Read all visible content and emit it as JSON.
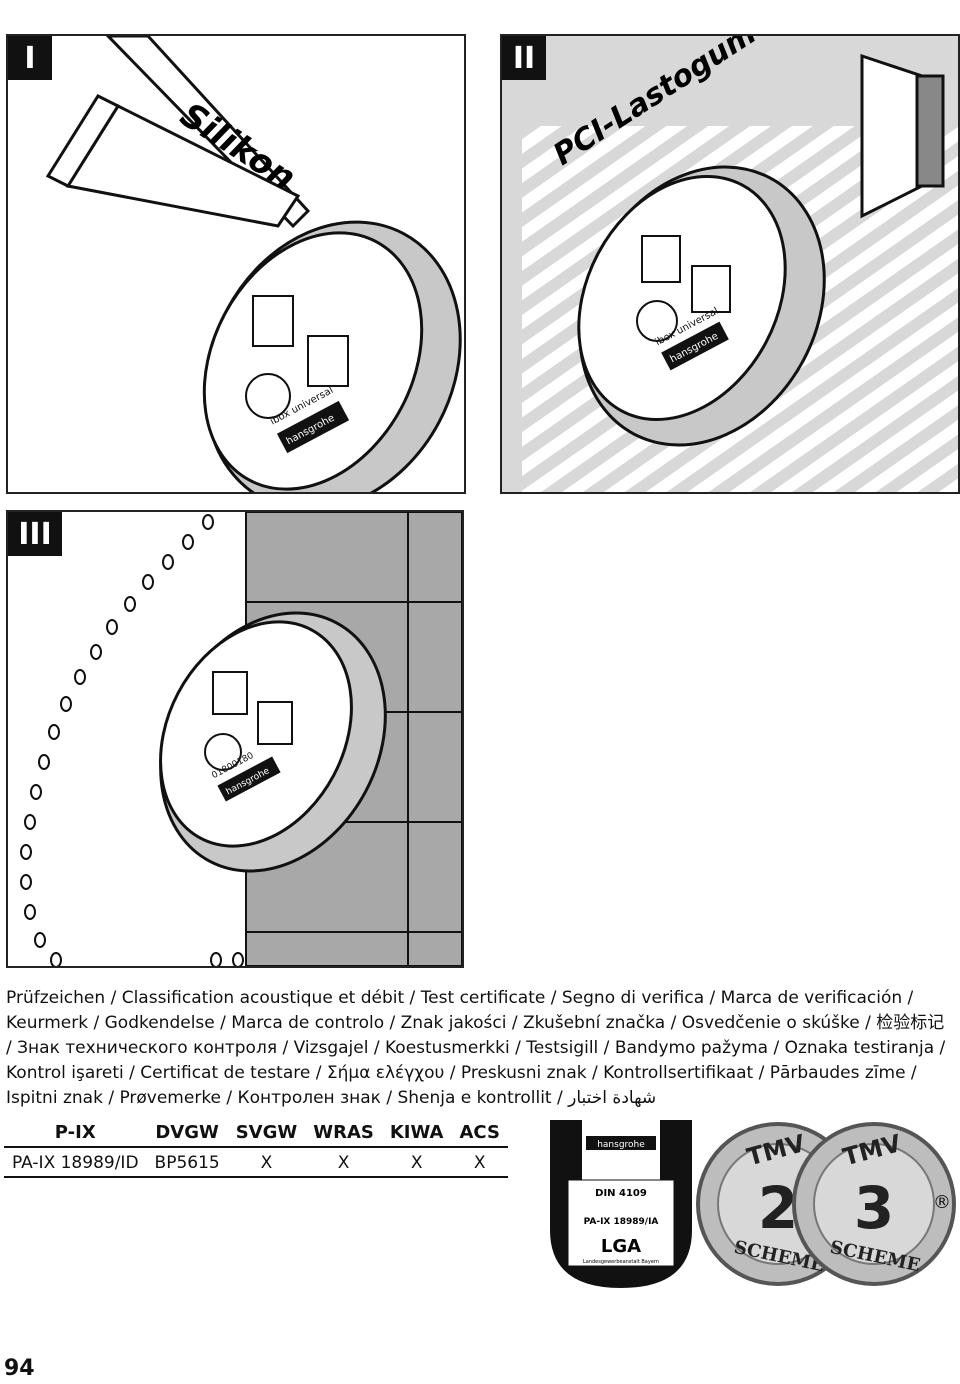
{
  "panels": [
    {
      "badge": "I",
      "label": "Silikon"
    },
    {
      "badge": "II",
      "label": "PCI-Lastogum"
    },
    {
      "badge": "III",
      "label": ""
    }
  ],
  "product": {
    "name": "ibox universal",
    "code": "01800180",
    "brand": "hansgrohe"
  },
  "caption": "Prüfzeichen / Classification acoustique et débit / Test certificate / Segno di verifica / Marca de verificación / Keurmerk / Godkendelse / Marca de controlo / Znak jakości / Zkušební značka / Osvedčenie o skúške / 检验标记 / Знак технического контроля / Vizsgajel / Koestusmerkki / Testsigill / Bandymo pažyma / Oznaka testiranja / Kontrol işareti / Certificat de testare / Σήμα ελέγχου / Preskusni znak / Kontrollsertifikaat / Pārbaudes zīme / Ispitni znak / Prøvemerke / Контролен знак / Shenja e kontrollit / شهادة اختبار",
  "cert_table": {
    "headers": [
      "P-IX",
      "DVGW",
      "SVGW",
      "WRAS",
      "KIWA",
      "ACS"
    ],
    "row": [
      "PA-IX 18989/ID",
      "BP5615",
      "X",
      "X",
      "X",
      "X"
    ]
  },
  "lga_mark": {
    "brand": "hansgrohe",
    "standard": "DIN 4109",
    "approval": "PA-IX 18989/IA",
    "logo": "LGA",
    "subtitle": "Landesgewerbeanstalt Bayern"
  },
  "tmv_marks": [
    {
      "top": "TMV",
      "number": "2",
      "bottom": "SCHEME"
    },
    {
      "top": "TMV",
      "number": "3",
      "bottom": "SCHEME",
      "registered": "®"
    }
  ],
  "page_number": "94",
  "colors": {
    "ink": "#111111",
    "gray_box": "#d8d8d8",
    "tile": "#a8a8a8"
  }
}
